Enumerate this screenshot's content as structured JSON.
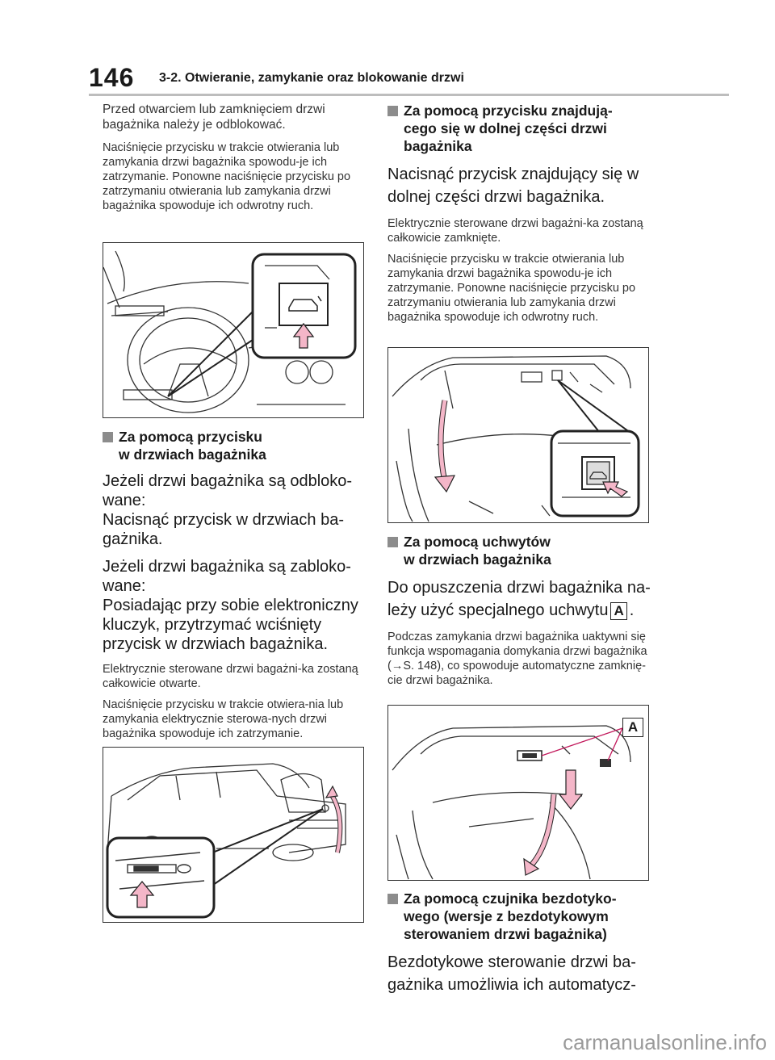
{
  "header": {
    "page_number": "146",
    "title": "3-2. Otwieranie, zamykanie oraz blokowanie drzwi"
  },
  "left": {
    "intro": "Przed otwarciem lub zamknięciem drzwi bagażnika należy je odblokować.",
    "note1": "Naciśnięcie przycisku w trakcie otwierania lub zamykania drzwi bagażnika spowodu-je ich zatrzymanie. Ponowne naciśnięcie przycisku po zatrzymaniu otwierania lub zamykania drzwi bagażnika spowoduje ich odwrotny ruch.",
    "section1": {
      "title_line1": "Za pomocą przycisku",
      "title_line2": "w drzwiach bagażnika",
      "p1": "Jeżeli drzwi bagażnika są odbloko-wane:",
      "p2": "Nacisnąć przycisk w drzwiach ba-gażnika.",
      "p3": "Jeżeli drzwi bagażnika są zabloko-wane:",
      "p4": "Posiadając przy sobie elektroniczny kluczyk, przytrzymać wciśnięty przycisk w drzwiach bagażnika.",
      "note1": "Elektrycznie sterowane drzwi bagażni-ka zostaną całkowicie otwarte.",
      "note2": "Naciśnięcie przycisku w trakcie otwiera-nia lub zamykania elektrycznie sterowa-nych drzwi bagażnika spowoduje ich zatrzymanie."
    }
  },
  "right": {
    "section2": {
      "title_line1": "Za pomocą przycisku znajdują-",
      "title_line2": "cego się w dolnej części drzwi",
      "title_line3": "bagażnika",
      "p1": "Nacisnąć przycisk znajdujący się w dolnej części drzwi bagażnika.",
      "note1": "Elektrycznie sterowane drzwi bagażni-ka zostaną całkowicie zamknięte.",
      "note2": "Naciśnięcie przycisku w trakcie otwierania lub zamykania drzwi bagażnika spowodu-je ich zatrzymanie. Ponowne naciśnięcie przycisku po zatrzymaniu otwierania lub zamykania drzwi bagażnika spowoduje ich odwrotny ruch."
    },
    "section3": {
      "title_line1": "Za pomocą uchwytów",
      "title_line2": "w drzwiach bagażnika",
      "p1_before": "Do opuszczenia drzwi bagażnika na-leży użyć specjalnego uchwytu",
      "badge": "A",
      "p1_after": ".",
      "note1": "Podczas zamykania drzwi bagażnika uaktywni się funkcja wspomagania domykania drzwi bagażnika (→S. 148), co spowoduje automatyczne zamknię-cie drzwi bagażnika.",
      "figure_label": "A"
    },
    "section4": {
      "title_line1": "Za pomocą czujnika bezdotyko-",
      "title_line2": "wego (wersje z bezdotykowym",
      "title_line3": "sterowaniem drzwi bagażnika)",
      "p1": "Bezdotykowe sterowanie drzwi ba-gażnika umożliwia ich automatycz-"
    }
  },
  "watermark": "carmanualsonline.info",
  "colors": {
    "arrow_pink": "#f4b6c8",
    "rule_gray": "#bdbdbd",
    "bullet_gray": "#8c8c8c"
  }
}
